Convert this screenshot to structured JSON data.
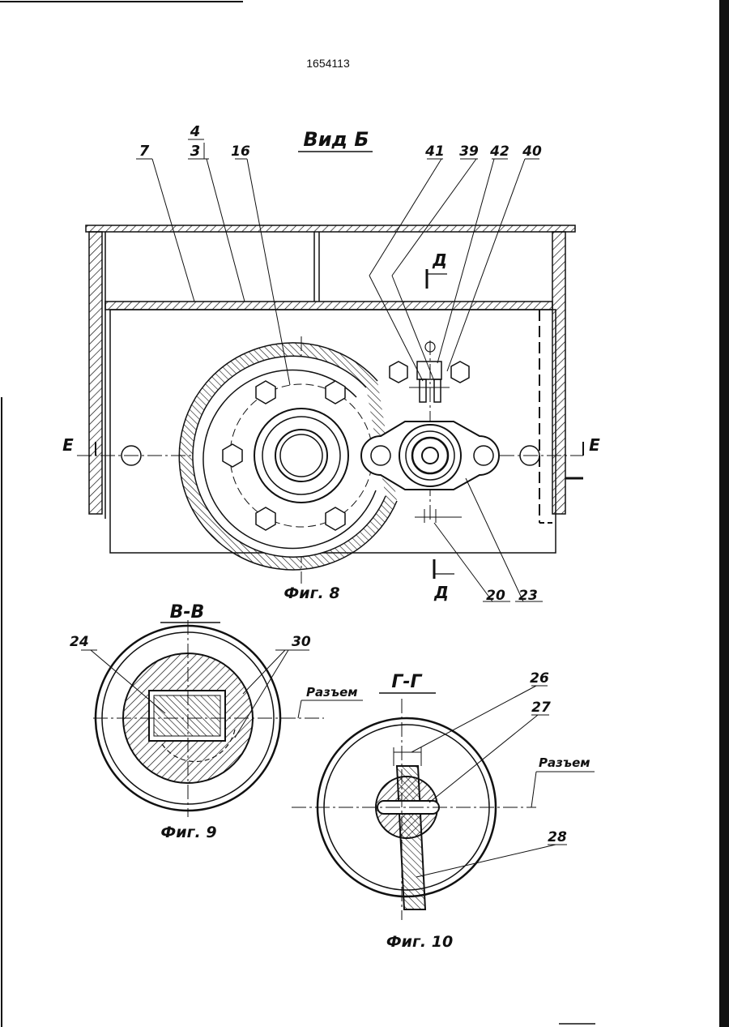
{
  "document": {
    "patent_number": "1654113"
  },
  "figure8": {
    "view_title": "Вид Б",
    "caption": "Фиг. 8",
    "labels": {
      "l7": "7",
      "l4": "4",
      "l3": "3",
      "l16": "16",
      "l41": "41",
      "l39": "39",
      "l42": "42",
      "l40": "40",
      "l20": "20",
      "l23": "23",
      "section_d_top": "Д",
      "section_d_bottom": "Д",
      "section_e_left": "Е",
      "section_e_right": "Е"
    }
  },
  "figure9": {
    "section_title": "В-В",
    "caption": "Фиг. 9",
    "labels": {
      "l24": "24",
      "l30": "30",
      "split": "Разъем"
    }
  },
  "figure10": {
    "section_title": "Г-Г",
    "caption": "Фиг. 10",
    "labels": {
      "l26": "26",
      "l27": "27",
      "l28": "28",
      "split": "Разъем"
    }
  },
  "colors": {
    "ink": "#111111",
    "paper": "#ffffff"
  }
}
